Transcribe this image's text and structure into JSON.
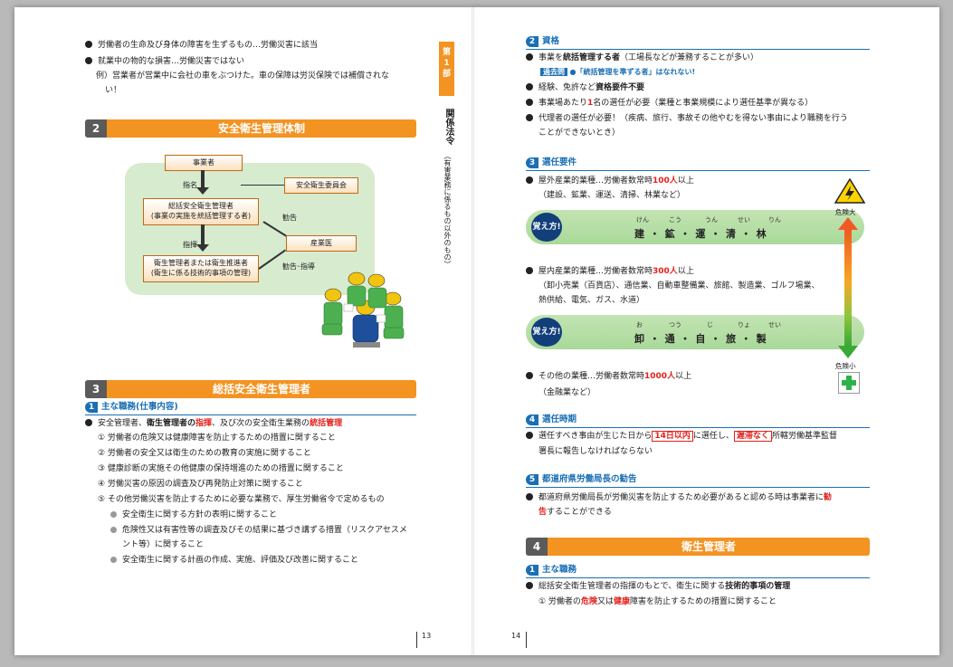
{
  "left": {
    "intro_bullets": [
      "労働者の生命及び身体の障害を生ずるもの…労働災害に該当",
      "就業中の物的な損害…労働災害ではない"
    ],
    "example_line1": "例）営業者が営業中に会社の車をぶつけた。車の保障は労災保険では補償されな",
    "example_line2": "い！",
    "sec2": {
      "num": "2",
      "title": "安全衛生管理体制"
    },
    "diagram": {
      "employer": "事業者",
      "committee": "安全衛生委員会",
      "shimei": "指名",
      "general_manager_1": "総括安全衛生管理者",
      "general_manager_2": "(事業の実施を統括管理する者)",
      "kankoku": "勧告",
      "shiki": "指揮",
      "doctor": "産業医",
      "kankoku_shido": "勧告･指導",
      "manager_1": "衛生管理者または衛生推進者",
      "manager_2": "(衛生に係る技術的事項の管理)"
    },
    "sec3": {
      "num": "3",
      "title": "総括安全衛生管理者"
    },
    "sub1": {
      "num": "1",
      "title": "主な職務(仕事内容)"
    },
    "duty_pre": "安全管理者、",
    "duty_b1": "衛生管理者の",
    "duty_r1": "指揮",
    "duty_mid": "、及び次の安全衛生業務の",
    "duty_r2": "統括管理",
    "items": [
      "① 労働者の危険又は健康障害を防止するための措置に関すること",
      "② 労働者の安全又は衛生のための教育の実施に関すること",
      "③ 健康診断の実施その他健康の保持増進のための措置に関すること",
      "④ 労働災害の原因の調査及び再発防止対策に関すること",
      "⑤ その他労働災害を防止するために必要な業務で、厚生労働省令で定めるもの"
    ],
    "subitems": [
      "安全衛生に関する方針の表明に関すること",
      "危険性又は有害性等の調査及びその結果に基づき講ずる措置（リスクアセスメ",
      "ント等）に関すること",
      "安全衛生に関する計画の作成、実施、評価及び改善に関すること"
    ],
    "page_number": "13"
  },
  "side": {
    "tab1": "第",
    "tab2": "1",
    "tab3": "部",
    "vertical_title": "関係法令",
    "vertical_sub": "（有害業務に係るもの以外のもの）"
  },
  "right": {
    "sub2": {
      "num": "2",
      "title": "資格"
    },
    "q1_pre": "事業を",
    "q1_b": "統括管理する者",
    "q1_post": "（工場長などが兼務することが多い）",
    "frequent_tag": "過去問",
    "frequent_text": "●「統括管理を準ずる者」はなれない!",
    "q2_pre": "経験、免許など",
    "q2_b": "資格要件不要",
    "q3_pre": "事業場あたり",
    "q3_r": "1",
    "q3_post": "名の選任が必要（業種と事業規模により選任基準が異なる）",
    "q4_pre": "代理者の選任が必要！（疾病、旅行、事故その他やむを得ない事由により職務を行う",
    "q4_line2": "ことができないとき）",
    "sub3": {
      "num": "3",
      "title": "選任要件"
    },
    "r1_pre": "屋外産業的業種…労働者数常時",
    "r1_r": "100人",
    "r1_post": "以上",
    "r1_line2": "（建設、鉱業、運送、清掃、林業など）",
    "memo_label": "覚え方!",
    "memo1_ruby": [
      "けん",
      "こう",
      "うん",
      "せい",
      "りん"
    ],
    "memo1_kanji": "建 ・ 鉱 ・ 運 ・ 清 ・ 林",
    "r2_pre": "屋内産業的業種…労働者数常時",
    "r2_r": "300人",
    "r2_post": "以上",
    "r2_line2": "（卸小売業（百貨店）、通信業、自動車整備業、旅館、製造業、ゴルフ場業、",
    "r2_line3": "熱供給、電気、ガス、水道）",
    "memo2_ruby": [
      "お",
      "つう",
      "じ",
      "りょ",
      "せい"
    ],
    "memo2_kanji": "卸 ・ 通 ・ 自 ・ 旅 ・ 製",
    "r3_pre": "その他の業種…労働者数常時",
    "r3_r": "1000人",
    "r3_post": "以上",
    "r3_line2": "（金融業など）",
    "danger_high": "危険大",
    "danger_low": "危険小",
    "sub4": {
      "num": "4",
      "title": "選任時期"
    },
    "t1_pre": "選任すべき事由が生じた日から",
    "t1_box1": "14日以内",
    "t1_mid": "に選任し、",
    "t1_box2": "遅滞なく",
    "t1_post": "所轄労働基準監督",
    "t1_line2": "署長に報告しなければならない",
    "sub5": {
      "num": "5",
      "title": "都道府県労働局長の勧告"
    },
    "k1_pre": "都道府県労働局長が労働災害を防止するため必要があると認める時は事業者に",
    "k1_r": "勧",
    "k1_line2_r": "告",
    "k1_line2": "することができる",
    "sec4": {
      "num": "4",
      "title": "衛生管理者"
    },
    "sub6": {
      "num": "1",
      "title": "主な職務"
    },
    "m1_pre": "総括安全衛生管理者の指揮のもとで、衛生に関する",
    "m1_b": "技術的事項の管理",
    "m2_pre": "① 労働者の",
    "m2_r1": "危険",
    "m2_mid": "又は",
    "m2_r2": "健康",
    "m2_post": "障害を防止するための措置に関すること",
    "page_number": "14"
  }
}
